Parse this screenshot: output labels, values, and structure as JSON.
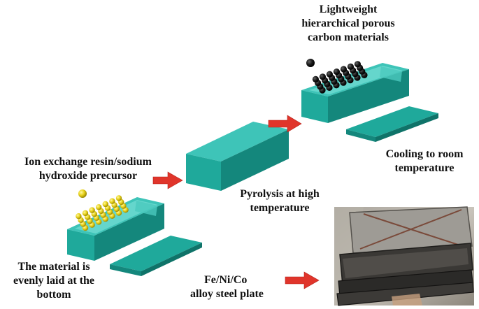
{
  "labels": {
    "top_product_line1": "Lightweight",
    "top_product_line2": "hierarchical porous",
    "top_product_line3": "carbon materials",
    "precursor_line1": "Ion exchange resin/sodium",
    "precursor_line2": "hydroxide precursor",
    "pyrolysis_line1": "Pyrolysis at high",
    "pyrolysis_line2": "temperature",
    "cooling_line1": "Cooling to room",
    "cooling_line2": "temperature",
    "material_line1": "The material is",
    "material_line2": "evenly laid at the",
    "material_line3": "bottom",
    "plate_line1": "Fe/Ni/Co",
    "plate_line2": "alloy steel plate"
  },
  "colors": {
    "box_top": "#3ec4b8",
    "box_front": "#1fa99b",
    "box_side": "#14877c",
    "box_inner": "#5fd3c9",
    "arrow": "#e0352b",
    "yellow_ball": "#e8d21a",
    "black_ball": "#151515"
  }
}
